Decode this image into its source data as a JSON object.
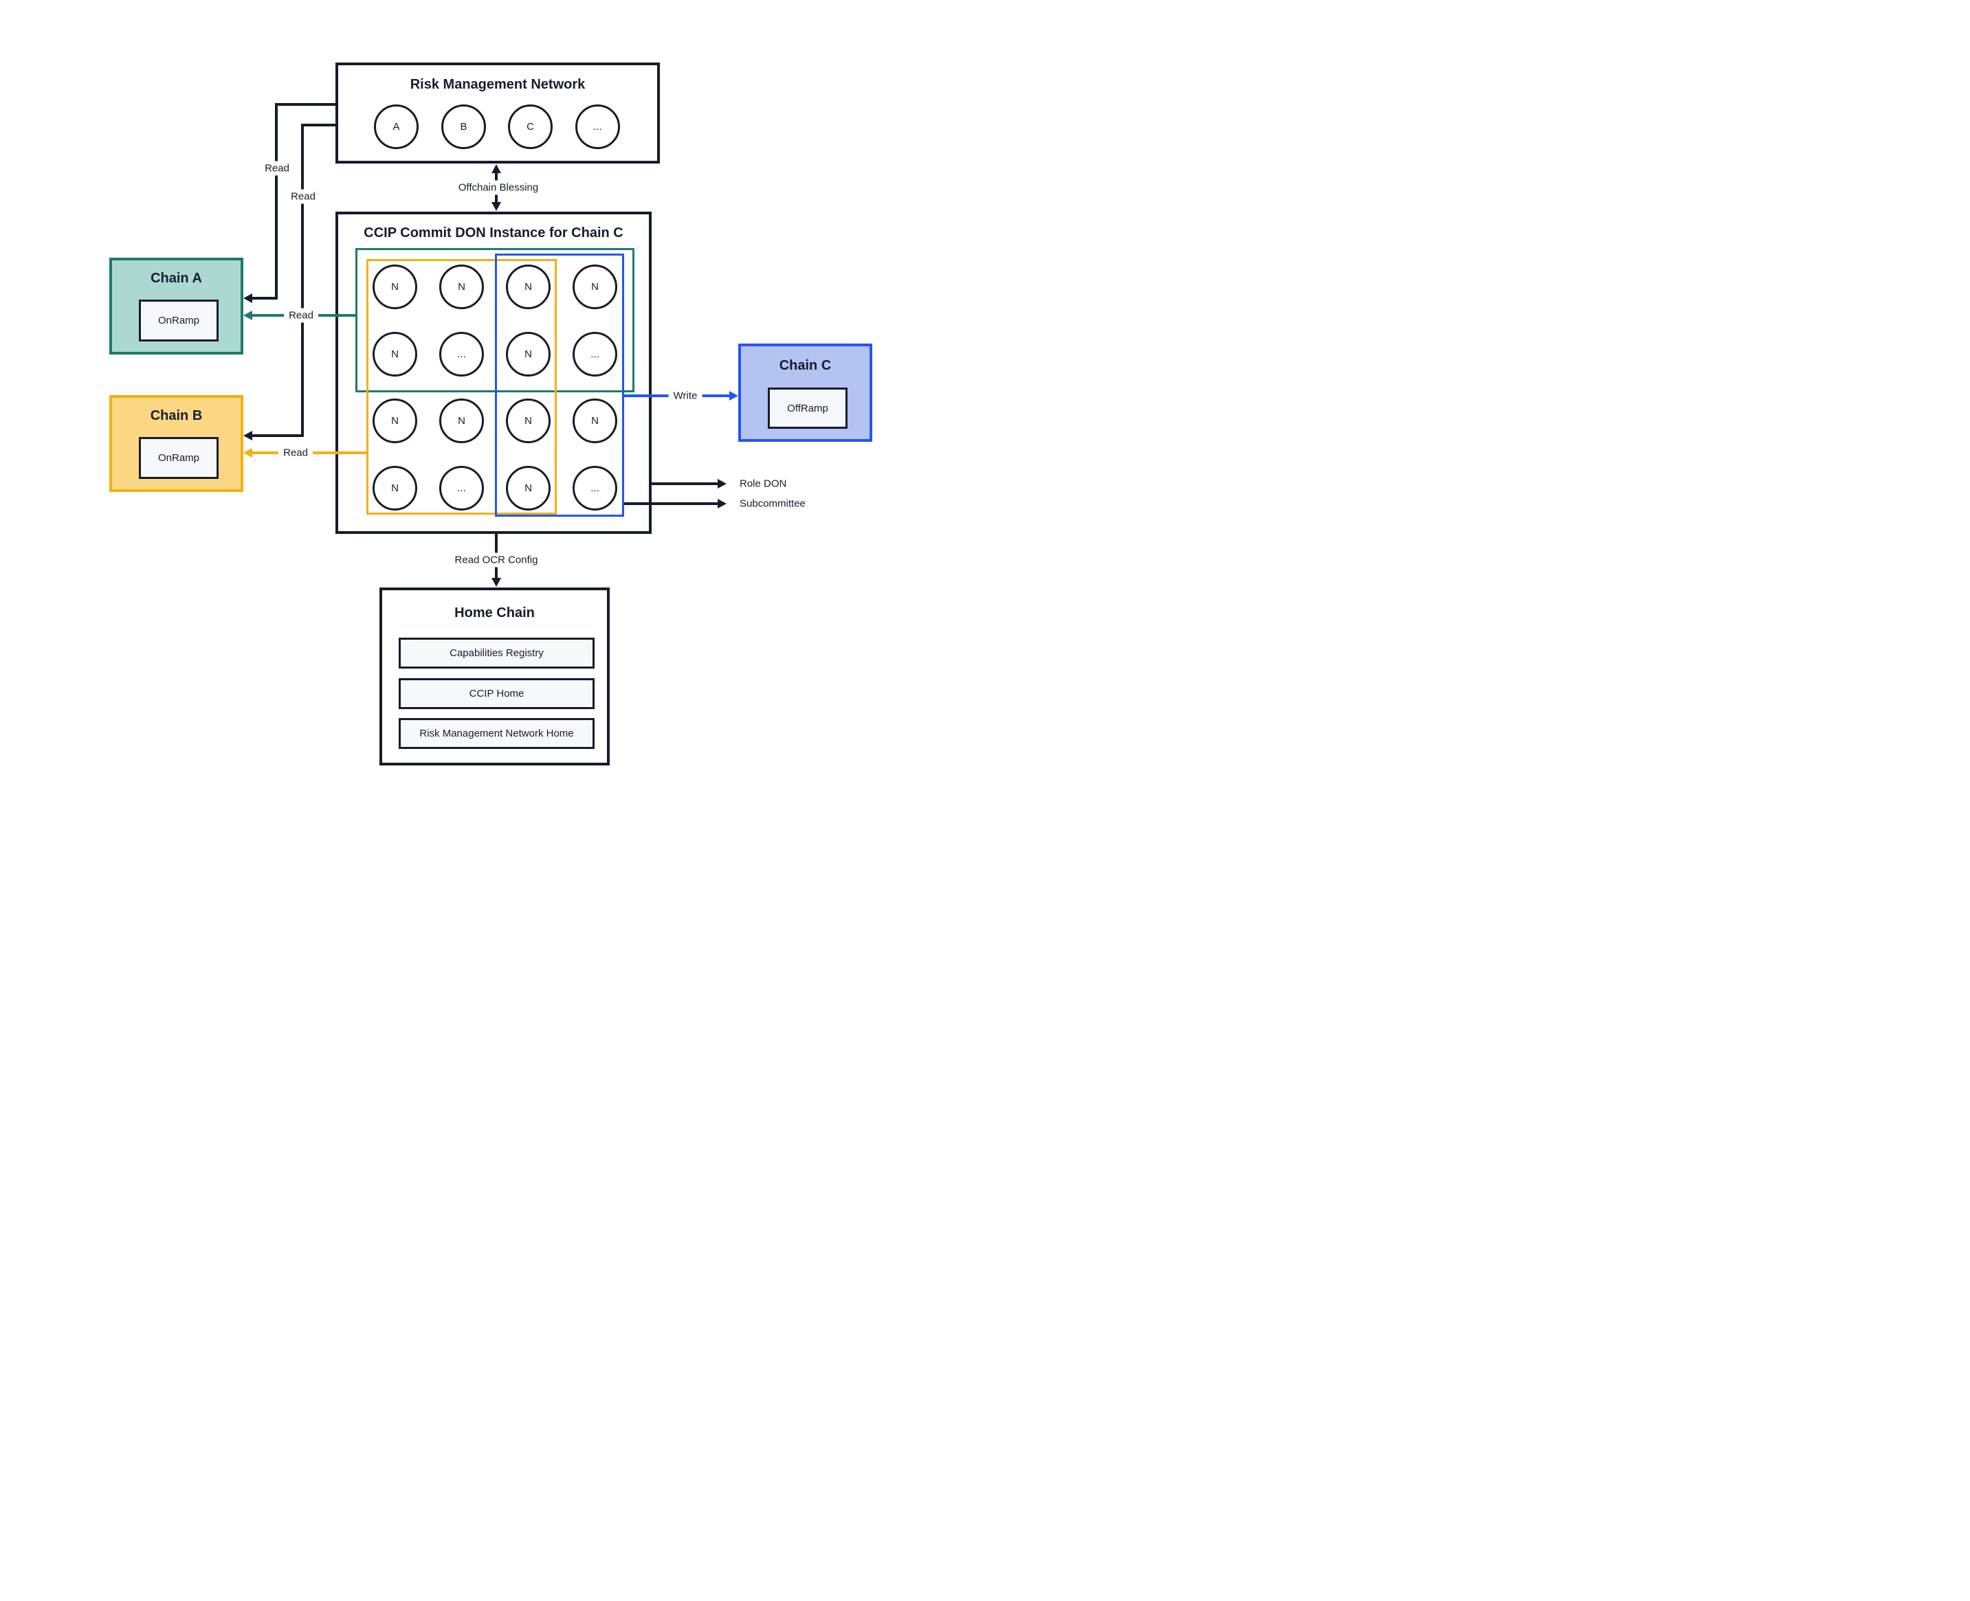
{
  "colors": {
    "ink": "#161C2D",
    "teal_border": "#1F7A6E",
    "teal_fill": "#ABD9D2",
    "amber_border": "#F3B011",
    "amber_fill": "#FBD784",
    "blue_border": "#2356F2",
    "blue_fill": "#B5C3F3",
    "contract_fill": "#F7F8FC"
  },
  "rmn": {
    "title": "Risk Management Network",
    "nodes": [
      "A",
      "B",
      "C",
      "..."
    ]
  },
  "don": {
    "title": "CCIP Commit DON Instance for Chain C",
    "grid": [
      [
        "N",
        "N",
        "N",
        "N"
      ],
      [
        "N",
        "...",
        "N",
        "..."
      ],
      [
        "N",
        "N",
        "N",
        "N"
      ],
      [
        "N",
        "...",
        "N",
        "..."
      ]
    ]
  },
  "chains": [
    {
      "title": "Chain A",
      "contract": "OnRamp"
    },
    {
      "title": "Chain B",
      "contract": "OnRamp"
    },
    {
      "title": "Chain C",
      "contract": "OffRamp"
    }
  ],
  "home": {
    "title": "Home Chain",
    "items": [
      "Capabilities Registry",
      "CCIP Home",
      "Risk Management Network Home"
    ]
  },
  "labels": {
    "read": "Read",
    "write": "Write",
    "offchain_blessing": "Offchain Blessing",
    "read_ocr_config": "Read OCR Config",
    "role_don": "Role DON",
    "subcommittee": "Subcommittee"
  }
}
